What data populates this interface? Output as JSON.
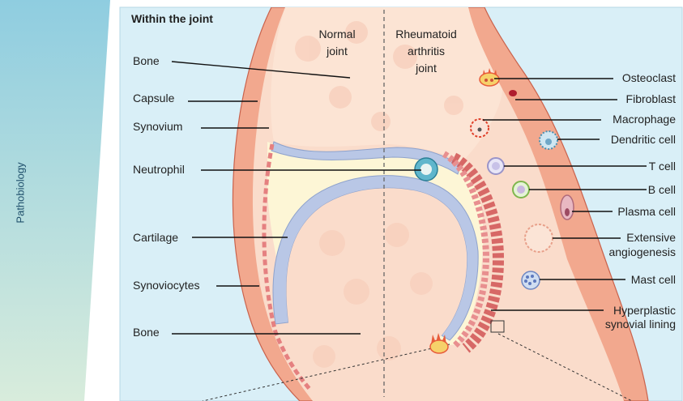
{
  "sidebar": {
    "label": "Pathobiology"
  },
  "panel": {
    "title": "Within the joint"
  },
  "headers": {
    "normal": [
      "Normal",
      "joint"
    ],
    "ra": [
      "Rheumatoid",
      "arthritis",
      "joint"
    ]
  },
  "left_labels": {
    "bone_top": "Bone",
    "capsule": "Capsule",
    "synovium": "Synovium",
    "neutrophil": "Neutrophil",
    "cartilage": "Cartilage",
    "synoviocytes": "Synoviocytes",
    "bone_bottom": "Bone"
  },
  "right_labels": {
    "osteoclast": "Osteoclast",
    "fibroblast": "Fibroblast",
    "macrophage": "Macrophage",
    "dendritic": "Dendritic cell",
    "tcell": "T cell",
    "bcell": "B cell",
    "plasma": "Plasma cell",
    "angio": [
      "Extensive",
      "angiogenesis"
    ],
    "mast": "Mast cell",
    "hyper": [
      "Hyperplastic",
      "synovial lining"
    ]
  },
  "colors": {
    "sidebar_top": "#8fcde0",
    "sidebar_bottom": "#d8ecdc",
    "panel_bg": "#d9eff7",
    "capsule": "#f2a88e",
    "bone": "#fadccb",
    "cartilage": "#b9c7e6",
    "fluid": "#fdf6d6",
    "synovium": "#e58080"
  }
}
